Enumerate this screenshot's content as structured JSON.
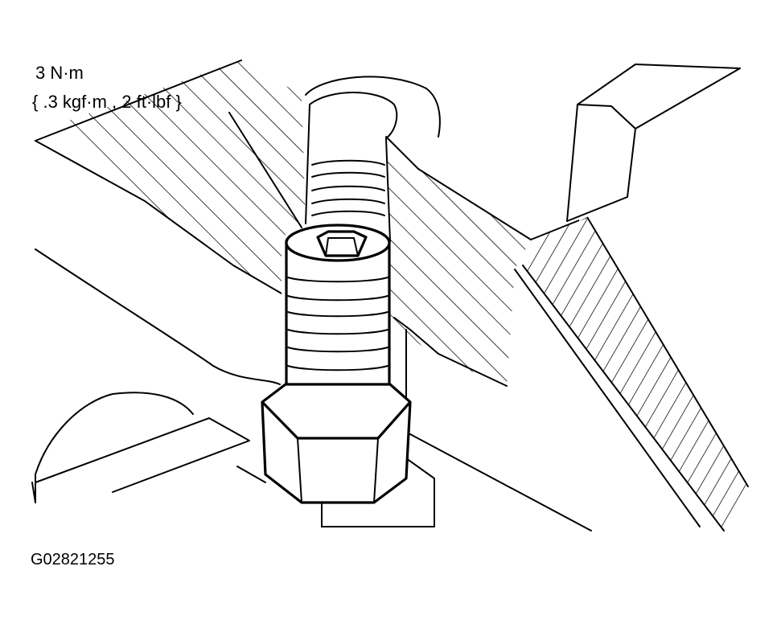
{
  "callout": {
    "torque_value": "3 N·m",
    "torque_alt": "{ .3 kgf·m , 2 ft·lbf }"
  },
  "figure_id": "G02821255",
  "colors": {
    "ink": "#000000",
    "paper": "#ffffff"
  }
}
